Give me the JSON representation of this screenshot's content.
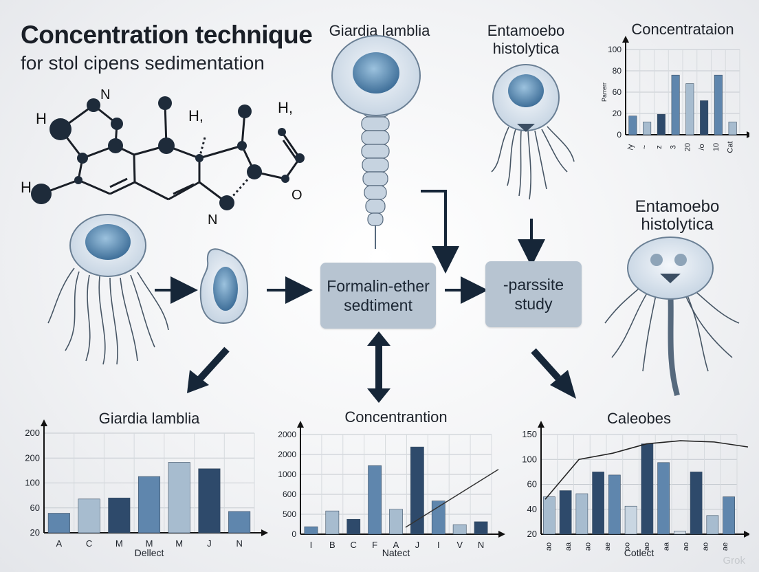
{
  "header": {
    "title": "Concentration technique",
    "subtitle": "for stol cipens sedimentation"
  },
  "molecule": {
    "atom_labels": [
      "N",
      "H",
      "H",
      "H,",
      "H,",
      "O",
      "N"
    ]
  },
  "organisms": {
    "top_center_label": "Giardia lamblia",
    "top_right_label_line1": "Entamoebo",
    "top_right_label_line2": "histolytica",
    "right_label_line1": "Entamoebo",
    "right_label_line2": "histolytica"
  },
  "flow": {
    "box1_line1": "Formalin-ether",
    "box1_line2": "sedtiment",
    "box2_line1": "-parssite",
    "box2_line2": "study"
  },
  "watermark": "Grok",
  "colors": {
    "dark_bar": "#2e4a6b",
    "mid_bar": "#5f86ad",
    "light_bar": "#a7bccf",
    "arrow": "#162638"
  },
  "chart_data": [
    {
      "type": "bar",
      "title": "Concentrataion",
      "ylabel": "Parrerr",
      "yticks": [
        "100",
        "80",
        "60",
        "20",
        "0"
      ],
      "categories": [
        "/y",
        "~",
        "z",
        "3",
        "20",
        "/o",
        "10",
        "Cat"
      ],
      "values": [
        22,
        15,
        24,
        70,
        60,
        40,
        70,
        15
      ],
      "ylim": [
        0,
        100
      ]
    },
    {
      "type": "bar",
      "title": "Giardia lamblia",
      "xlabel": "Dellect",
      "yticks": [
        "200",
        "200",
        "100",
        "60",
        "20"
      ],
      "categories": [
        "A",
        "C",
        "M",
        "M",
        "M",
        "J",
        "N"
      ],
      "values": [
        55,
        95,
        98,
        158,
        198,
        180,
        60
      ],
      "ylim": [
        0,
        280
      ]
    },
    {
      "type": "bar",
      "title": "Concentrantion",
      "xlabel": "Natect",
      "yticks": [
        "2000",
        "2000",
        "1000",
        "600",
        "500",
        "0"
      ],
      "categories": [
        "I",
        "B",
        "C",
        "F",
        "A",
        "J",
        "I",
        "V",
        "N"
      ],
      "values": [
        180,
        560,
        360,
        1650,
        600,
        2100,
        800,
        230,
        300
      ],
      "ylim": [
        0,
        2400
      ]
    },
    {
      "type": "bar",
      "title": "Caleobes",
      "xlabel": "Cotlect",
      "yticks": [
        "150",
        "100",
        "60",
        "40",
        "20"
      ],
      "categories": [
        "ao",
        "aa",
        "ao",
        "ae",
        "oo",
        "ao",
        "aa",
        "ao",
        "ao",
        "ae"
      ],
      "values": [
        60,
        70,
        65,
        100,
        95,
        45,
        145,
        115,
        5,
        100,
        30,
        60
      ],
      "line": [
        56,
        120,
        130,
        145,
        150,
        148,
        140
      ],
      "ylim": [
        0,
        160
      ]
    }
  ]
}
